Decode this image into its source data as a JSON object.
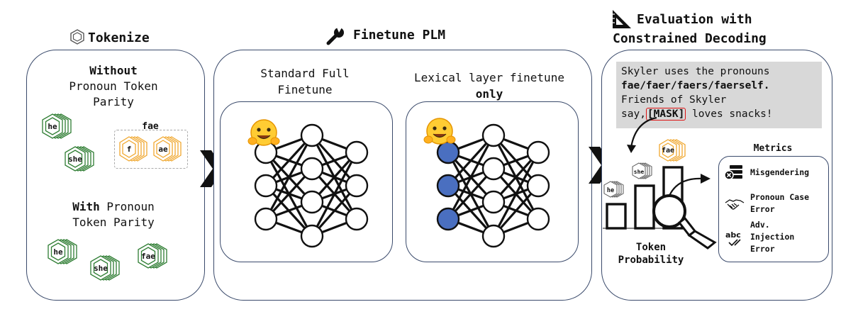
{
  "tokenize": {
    "title": "Tokenize",
    "without_bold": "Without",
    "without_rest_1": "Pronoun Token",
    "without_rest_2": "Parity",
    "with_bold": "With",
    "with_rest_1": " Pronoun",
    "with_rest_2": "Token Parity",
    "tokens_without": [
      "he",
      "she"
    ],
    "fae_label": "fae",
    "fae_pieces": [
      "f",
      "ae"
    ],
    "tokens_with": [
      "he",
      "she",
      "fae"
    ]
  },
  "finetune": {
    "title": "Finetune PLM",
    "standard_1": "Standard Full",
    "standard_2": "Finetune",
    "lexical_1": "Lexical layer finetune",
    "lexical_2": "only"
  },
  "evaluation": {
    "title_1": "Evaluation with",
    "title_2": "Constrained Decoding",
    "prompt_1": "Skyler uses the pronouns",
    "prompt_2": "fae/faer/faers/faerself.",
    "prompt_3": "Friends of Skyler",
    "prompt_4a": "say,",
    "prompt_mask": "[MASK]",
    "prompt_4b": " loves snacks!",
    "bar_tokens": [
      "he",
      "she",
      "fae"
    ],
    "token_prob_1": "Token",
    "token_prob_2": "Probability",
    "metrics_title": "Metrics",
    "metrics": [
      {
        "label_1": "Misgendering",
        "label_2": ""
      },
      {
        "label_1": "Pronoun Case",
        "label_2": "Error"
      },
      {
        "label_1": "Adv.",
        "label_2": "Injection",
        "label_3": "Error"
      }
    ]
  },
  "colors": {
    "green": "#2e7d32",
    "orange": "#f0a830",
    "node_blue": "#4a6fc0",
    "border": "#3a4a6b"
  }
}
